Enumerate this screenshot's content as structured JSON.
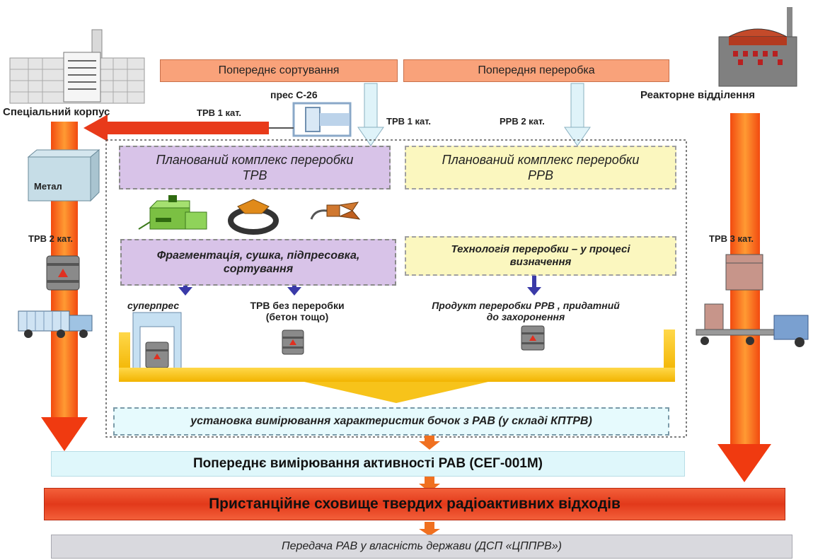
{
  "top": {
    "sorting": "Попереднє сортування",
    "processing": "Попередня переробка"
  },
  "left": {
    "building": "Спеціальний корпус",
    "metal": "Метал",
    "trv2": "ТРВ 2 кат.",
    "press": "прес С-26",
    "trv1_press": "ТРВ 1  кат."
  },
  "right": {
    "reactor": "Реакторне відділення",
    "trv3": "ТРВ 3 кат."
  },
  "center": {
    "trv1": "ТРВ 1  кат.",
    "rrv2": "РРВ 2  кат.",
    "complex_trv": "Планований комплекс переробки ТРВ",
    "complex_rrv": "Планований комплекс переробки РРВ",
    "fragmentation": "Фрагментація, сушка, підпресовка, сортування",
    "technology": "Технологія переробки – у процесі визначення",
    "superpress": "суперпрес",
    "trv_no_processing": "ТРВ без переробки (бетон тощо)",
    "product": "Продукт переробки РРВ , придатний до захоронення",
    "installation": "установка  вимірювання характеристик бочок з РАВ (у складі  КПТРВ)"
  },
  "bottom": {
    "measurement": "Попереднє вимірювання  активності РАВ (СЕГ-001М)",
    "storage": "Пристанційне  сховище твердих радіоактивних відходів",
    "transfer": "Передача РАВ у власність держави (ДСП «ЦППРВ»)"
  },
  "colors": {
    "orange_box": "#f9a27a",
    "red_bar": "#e8401f",
    "purple": "#d8c3e8",
    "yellow": "#fbf7bf",
    "light_blue": "#dff7fb",
    "gray": "#d9d9de",
    "arrow_yellow": "#f7c31a"
  }
}
